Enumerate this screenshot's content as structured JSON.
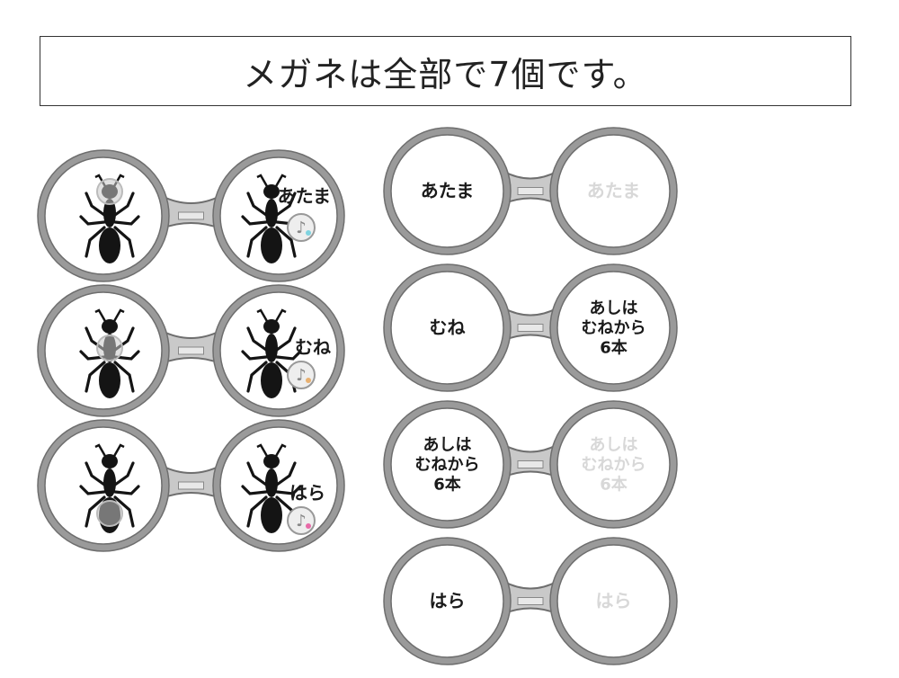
{
  "title": "メガネは全部で7個です。",
  "left_glasses": [
    {
      "label": "あたま",
      "sound_icon": "music-note-icon",
      "dot_color": "#7fd3e0",
      "highlight": "head"
    },
    {
      "label": "むね",
      "sound_icon": "music-note-icon",
      "dot_color": "#e8b070",
      "highlight": "chest"
    },
    {
      "label": "はら",
      "sound_icon": "music-note-icon",
      "dot_color": "#e86aa8",
      "highlight": "abdomen"
    }
  ],
  "right_glasses": [
    {
      "left_lines": [
        "あたま"
      ],
      "right_lines": [
        "あたま"
      ],
      "right_faint": true
    },
    {
      "left_lines": [
        "むね"
      ],
      "right_lines": [
        "あしは",
        "むねから",
        "6本"
      ],
      "right_faint": false
    },
    {
      "left_lines": [
        "あしは",
        "むねから",
        "6本"
      ],
      "right_lines": [
        "あしは",
        "むねから",
        "6本"
      ],
      "right_faint": true
    },
    {
      "left_lines": [
        "はら"
      ],
      "right_lines": [
        "はら"
      ],
      "right_faint": true
    }
  ],
  "colors": {
    "frame": "#9a9a9a",
    "frame_dark": "#6e6e6e",
    "ant": "#141414"
  }
}
